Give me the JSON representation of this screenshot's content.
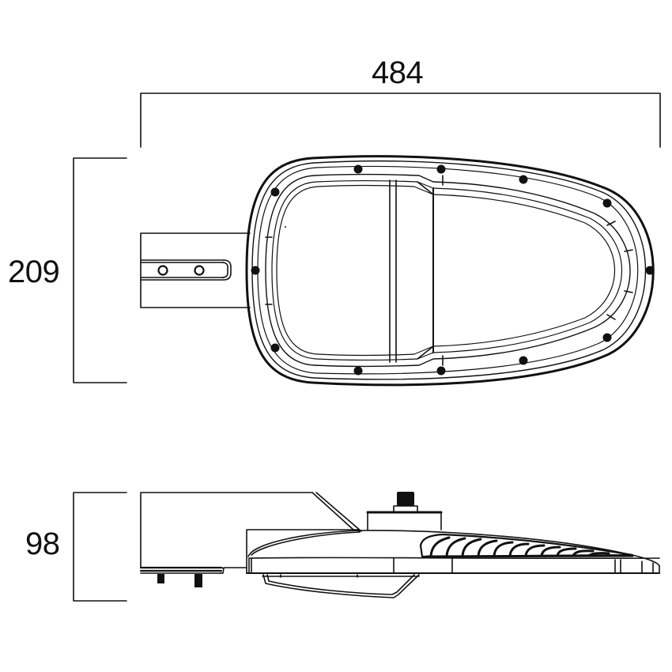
{
  "drawing": {
    "subject": "Street light luminaire - dimensional drawing",
    "units": "mm",
    "views": [
      {
        "name": "top view",
        "dimensions": {
          "width": "484",
          "depth": "209"
        }
      },
      {
        "name": "side view",
        "dimensions": {
          "height": "98"
        }
      }
    ],
    "labels": {
      "width": "484",
      "depth": "209",
      "height": "98"
    },
    "colors": {
      "line": "#111111",
      "background": "#ffffff",
      "fill": "#111111"
    }
  }
}
